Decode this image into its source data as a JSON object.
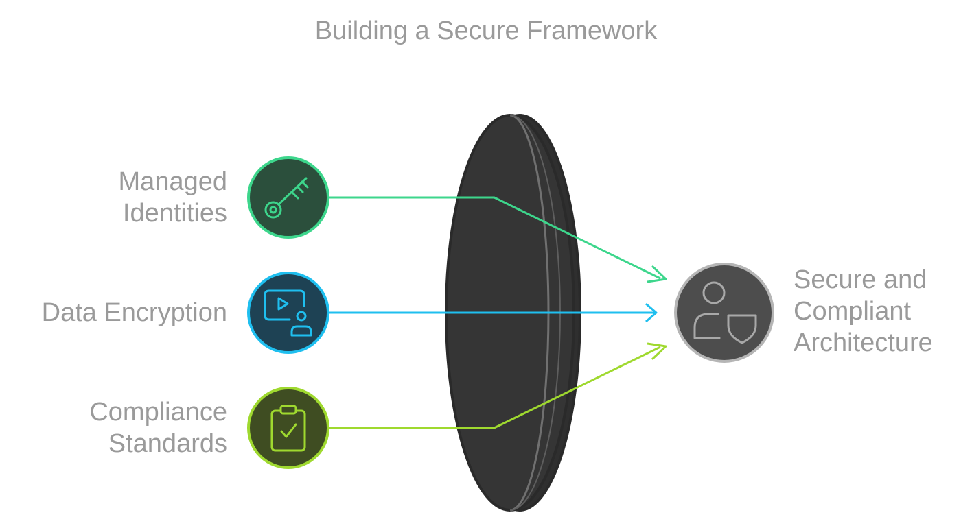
{
  "title": "Building a Secure Framework",
  "inputs": [
    {
      "label_lines": [
        "Managed",
        "Identities"
      ],
      "icon": "key-icon",
      "color": "#3dd68c",
      "fill": "#2b4f3c"
    },
    {
      "label_lines": [
        "Data Encryption"
      ],
      "icon": "video-user-icon",
      "color": "#1fbfef",
      "fill": "#1e4254"
    },
    {
      "label_lines": [
        "Compliance",
        "Standards"
      ],
      "icon": "clipboard-check-icon",
      "color": "#9fd92f",
      "fill": "#3f4d22"
    }
  ],
  "output": {
    "label_lines": [
      "Secure and",
      "Compliant",
      "Architecture"
    ],
    "icon": "user-shield-icon",
    "fill": "#4d4d4d",
    "stroke": "#b5b5b5"
  },
  "filter": {
    "name": "lens",
    "fill": "#333333",
    "edge": "#6f6f6f"
  }
}
